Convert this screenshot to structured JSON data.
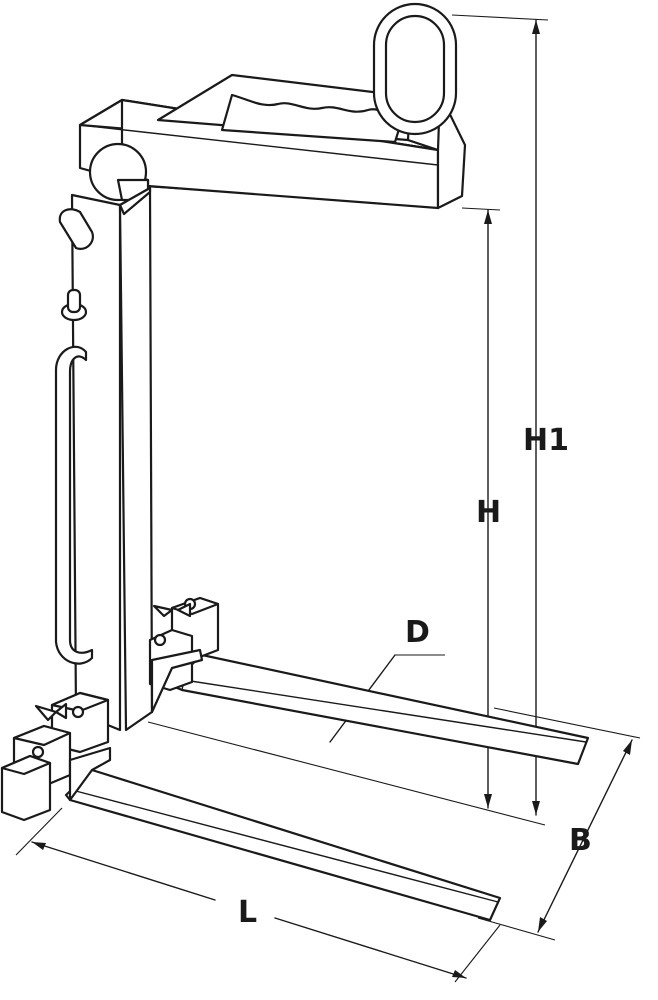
{
  "diagram": {
    "labels": {
      "H1": "H1",
      "H": "H",
      "D": "D",
      "B": "B",
      "L": "L"
    },
    "colors": {
      "stroke": "#1a1a1a",
      "fill": "#ffffff"
    }
  }
}
